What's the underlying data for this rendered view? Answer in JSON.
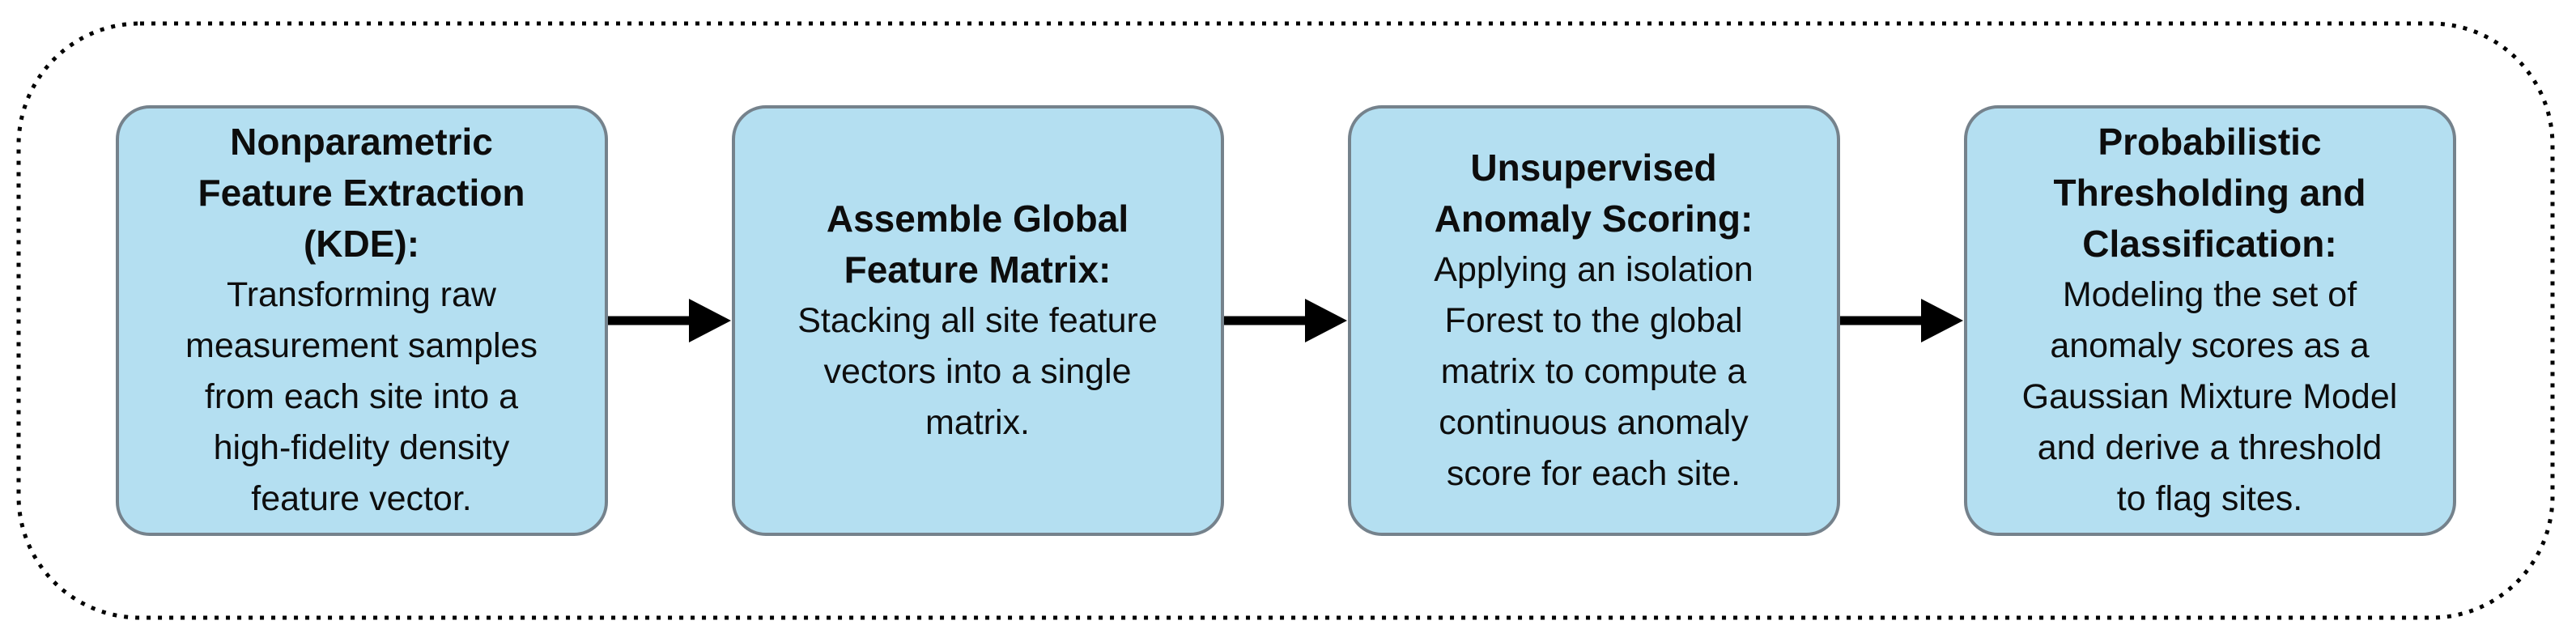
{
  "theme": {
    "page_bg": "#ffffff",
    "box_fill": "#b4dff1",
    "box_border": "#75828c",
    "arrow_color": "#000000",
    "frame_border": "#000000",
    "text_color": "#0d0d0d"
  },
  "diagram": {
    "steps": [
      {
        "title": "Nonparametric\nFeature Extraction\n(KDE):",
        "body": "Transforming raw\nmeasurement samples\nfrom each site into a\nhigh-fidelity density\nfeature vector."
      },
      {
        "title": "Assemble Global\nFeature Matrix:",
        "body": "Stacking all site feature\nvectors into a single\nmatrix."
      },
      {
        "title": "Unsupervised\nAnomaly Scoring:",
        "body": "Applying an isolation\nForest to the global\nmatrix to compute a\ncontinuous anomaly\nscore for each site."
      },
      {
        "title": "Probabilistic\nThresholding and\nClassification:",
        "body": "Modeling the set of\nanomaly scores as a\nGaussian Mixture Model\nand derive a threshold\nto flag sites."
      }
    ]
  }
}
